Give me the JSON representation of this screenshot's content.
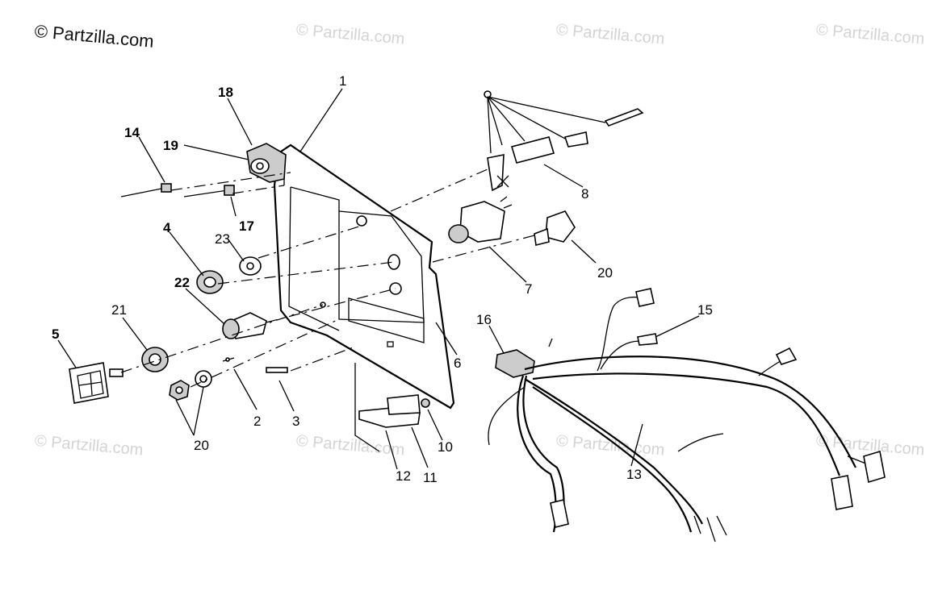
{
  "watermarks": {
    "main": "© Partzilla.com",
    "faint": "© Partzilla.com"
  },
  "callouts": {
    "c1": "1",
    "c2": "2",
    "c3": "3",
    "c4": "4",
    "c5": "5",
    "c6": "6",
    "c7": "7",
    "c8": "8",
    "c10": "10",
    "c11": "11",
    "c12": "12",
    "c13": "13",
    "c14": "14",
    "c15": "15",
    "c16": "16",
    "c17": "17",
    "c18": "18",
    "c19": "19",
    "c20a": "20",
    "c20b": "20",
    "c21": "21",
    "c22": "22",
    "c23": "23"
  }
}
